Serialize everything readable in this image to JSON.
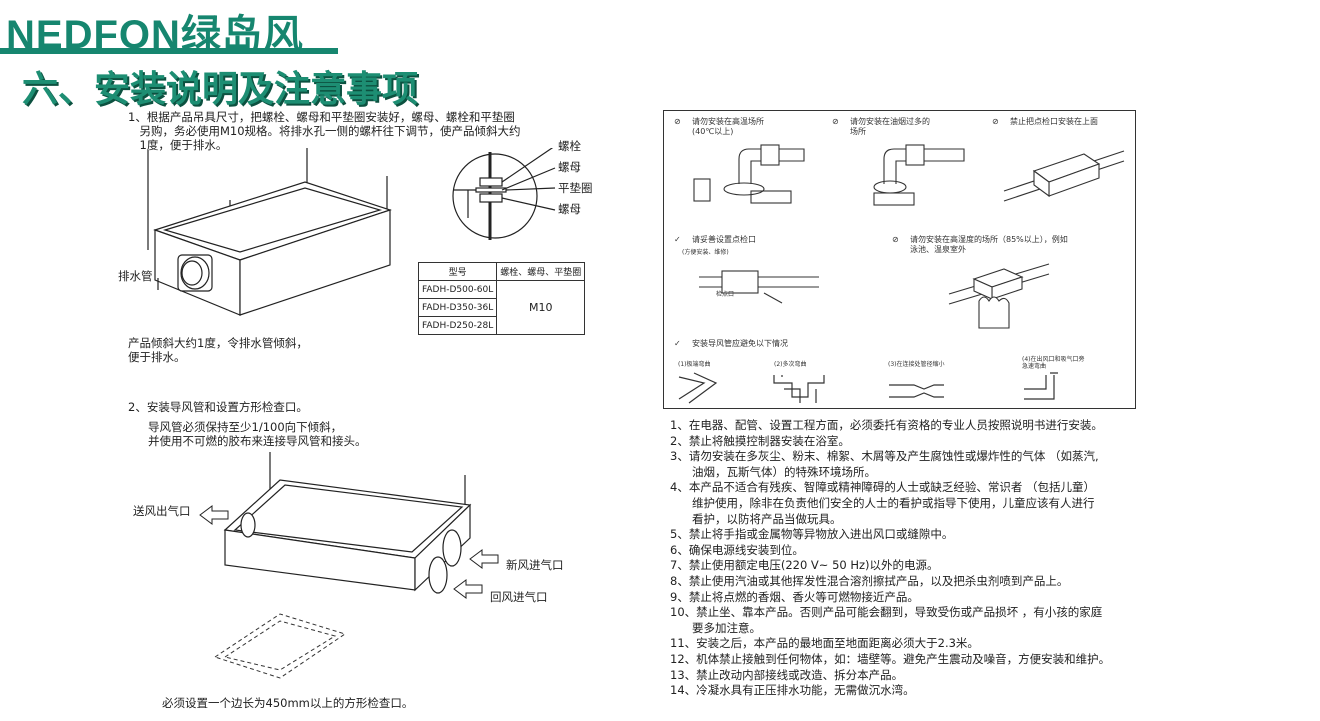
{
  "brand": {
    "logo": "NEDFON绿岛风",
    "color": "#16866f"
  },
  "section_title": "六、安装说明及注意事项",
  "step1": {
    "text": "1、根据产品吊具尺寸，把螺栓、螺母和平垫圈安装好，螺母、螺栓和平垫圈\n　另购，务必使用M10规格。将排水孔一侧的螺杆往下调节，使产品倾斜大约\n　1度，便于排水。",
    "drain_label": "排水管",
    "tilt_note": "产品倾斜大约1度，令排水管倾斜，\n便于排水。",
    "hardware_labels": [
      "螺栓",
      "螺母",
      "平垫圈",
      "螺母"
    ],
    "table": {
      "header": [
        "型号",
        "螺栓、螺母、平垫圈"
      ],
      "models": [
        "FADH-D500-60L",
        "FADH-D350-36L",
        "FADH-D250-28L"
      ],
      "spec": "M10"
    }
  },
  "step2": {
    "title": "2、安装导风管和设置方形检查口。",
    "text": "导风管必须保持至少1/100向下倾斜，\n并使用不可燃的胶布来连接导风管和接头。",
    "supply_out": "送风出气口",
    "fresh_in": "新风进气口",
    "return_in": "回风进气口",
    "access_note": "必须设置一个边长为450mm以上的方形检查口。"
  },
  "warnings": {
    "high_temp": "请勿安装在高温场所\n(40℃以上)",
    "oily": "请勿安装在油烟过多的\n场所",
    "no_top_inspect": "禁止把点检口安装在上面",
    "inspect_port": "请妥善设置点检口",
    "inspect_port_sub": "(方便安装、维修)",
    "inspect_label": "检点口",
    "humidity": "请勿安装在高湿度的场所（85%以上），例如\n泳池、温泉室外",
    "duct_avoid": "安装导风管应避免以下情况",
    "cases": [
      "(1)极端弯曲",
      "(2)多次弯曲",
      "(3)在连接处管径缩小",
      "(4)在出风口和吸气口旁\n急速弯曲"
    ]
  },
  "rules": [
    {
      "n": "1、",
      "t": "在电器、配管、设置工程方面，必须委托有资格的专业人员按照说明书进行安装。"
    },
    {
      "n": "2、",
      "t": "禁止将触摸控制器安装在浴室。"
    },
    {
      "n": "3、",
      "t": "请勿安装在多灰尘、粉末、棉絮、木屑等及产生腐蚀性或爆炸性的气体 （如蒸汽,",
      "c": [
        "油烟，瓦斯气体）的特殊环境场所。"
      ]
    },
    {
      "n": "4、",
      "t": "本产品不适合有残疾、智障或精神障碍的人士或缺乏经验、常识者 （包括儿童）",
      "c": [
        "维护使用，除非在负责他们安全的人士的看护或指导下使用，儿童应该有人进行",
        "看护，以防将产品当做玩具。"
      ]
    },
    {
      "n": "5、",
      "t": "禁止将手指或金属物等异物放入进出风口或缝隙中。"
    },
    {
      "n": "6、",
      "t": "确保电源线安装到位。"
    },
    {
      "n": "7、",
      "t": "禁止使用额定电压(220 V~ 50 Hz)以外的电源。"
    },
    {
      "n": "8、",
      "t": "禁止使用汽油或其他挥发性混合溶剂擦拭产品，以及把杀虫剂喷到产品上。"
    },
    {
      "n": "9、",
      "t": "禁止将点燃的香烟、香火等可燃物接近产品。"
    },
    {
      "n": "10、",
      "t": "禁止坐、靠本产品。否则产品可能会翻到，导致受伤或产品损坏 ，有小孩的家庭",
      "c": [
        "要多加注意。"
      ]
    },
    {
      "n": "11、",
      "t": "安装之后，本产品的最地面至地面距离必须大于2.3米。"
    },
    {
      "n": "12、",
      "t": "机体禁止接触到任何物体，如：墙壁等。避免产生震动及噪音，方便安装和维护。"
    },
    {
      "n": "13、",
      "t": "禁止改动内部接线或改造、拆分本产品。"
    },
    {
      "n": "14、",
      "t": "冷凝水具有正压排水功能，无需做沉水湾。"
    }
  ]
}
